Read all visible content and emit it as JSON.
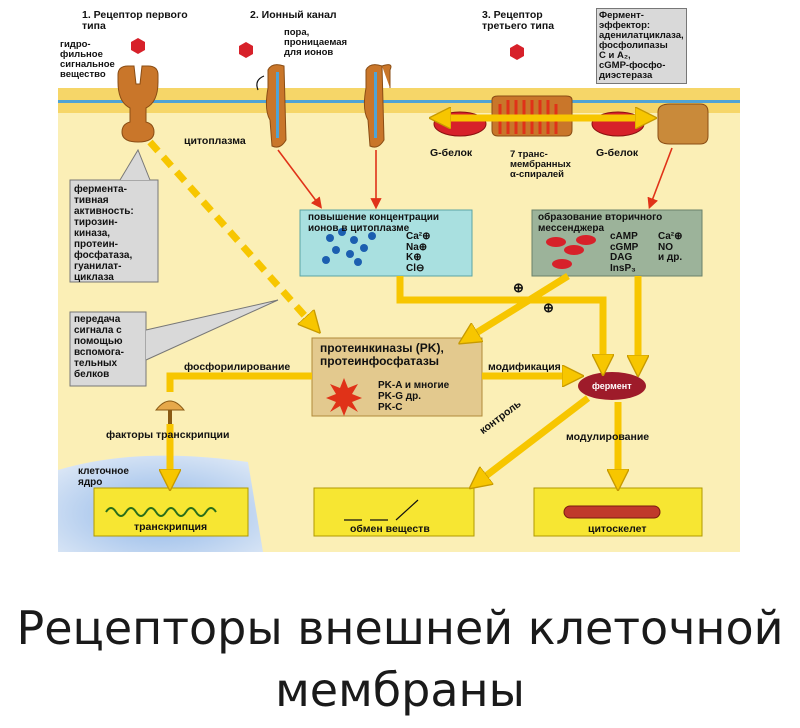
{
  "receptors": {
    "r1_title": "1. Рецептор первого\nтипа",
    "r2_title": "2. Ионный канал",
    "r3_title": "3. Рецептор\nтретьего типа",
    "hydrophilic": "гидро-\nфильное\nсигнальное\nвещество",
    "pore": "пора,\nпроницаемая\nдля ионов",
    "effector": "Фермент-\nэффектор:\nаденилатциклаза,\nфосфолипазы\nC и A₂,\ncGMP-фосфо-\nдиэстераза",
    "cytoplasm": "цитоплазма",
    "g_protein_left": "G-белок",
    "g_protein_right": "G-белок",
    "seven_helices": "7 транс-\nмембранных\nα-спиралей"
  },
  "enzyme_box": "фермента-\nтивная\nактивность:\nтирозин-\nкиназа,\nпротеин-\nфосфатаза,\nгуанилат-\nциклаза",
  "helper_box": "передача\nсигнала с\nпомощью\nвспомога-\nтельных\nбелков",
  "ions": {
    "title": "повышение концентрации\nионов в цитоплазме",
    "list": "Ca²⊕\nNa⊕\nK⊕\nCl⊖"
  },
  "second": {
    "title": "образование вторичного\nмессенджера",
    "col1": "cAMP\ncGMP\nDAG\nInsP₃",
    "col2": "Ca²⊕\nNO\nи др."
  },
  "kinase": {
    "title": "протеинкиназы (PK),\nпротеинфосфатазы",
    "list": "PK-A и многие\nPK-G др.\nPK-C"
  },
  "labels": {
    "phosphorylation": "фосфорилирование",
    "modification": "модификация",
    "enzyme": "фермент",
    "transcription_factors": "факторы транскрипции",
    "nucleus": "клеточное\nядро",
    "control": "контроль",
    "modulation": "модулирование",
    "plus": "⊕"
  },
  "outputs": {
    "transcription": "транскрипция",
    "metabolism": "обмен веществ",
    "cytoskeleton": "цитоскелет"
  },
  "caption": {
    "line1": "Рецепторы внешней клеточной",
    "line2": "мембраны"
  },
  "colors": {
    "membrane_top": "#f6d668",
    "membrane_blue": "#4fa3d6",
    "cytoplasm_bg": "#fbefb6",
    "receptor": "#c9762a",
    "yellow_arrow": "#f7c600",
    "red_arrow": "#e03218",
    "ion_box": "#a9e0e0",
    "second_box": "#9cb39a",
    "kinase_box": "#e3c98e",
    "enzyme_red": "#9e1b2a"
  }
}
